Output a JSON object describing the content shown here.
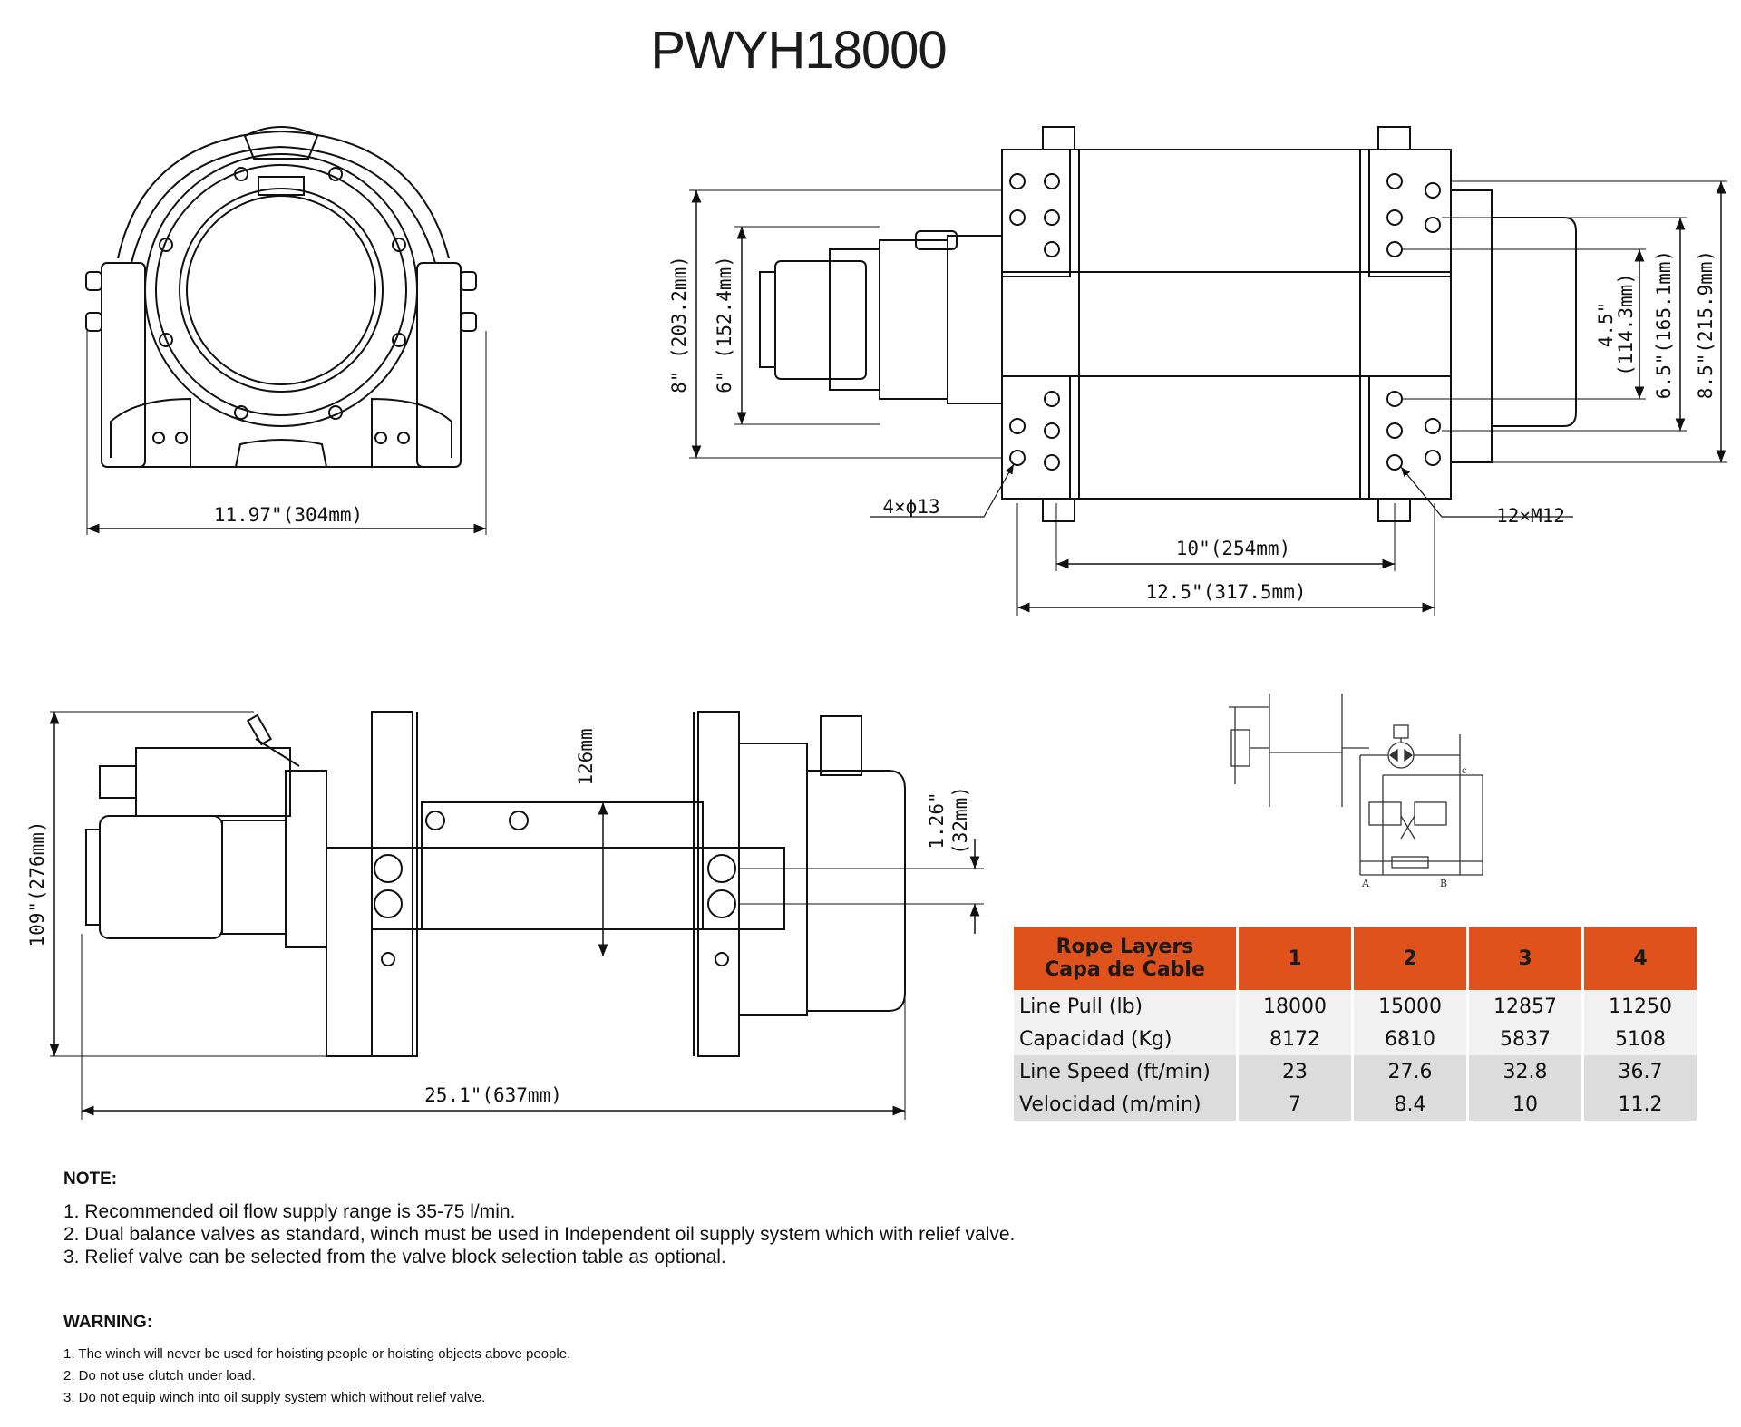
{
  "title": "PWYH18000",
  "dimensions": {
    "front_width": "11.97\"(304mm)",
    "top_height_8": "8\" (203.2mm)",
    "top_height_6": "6\" (152.4mm)",
    "top_height_45": "4.5\"",
    "top_height_45_mm": "(114.3mm)",
    "top_height_65": "6.5\"(165.1mm)",
    "top_height_85": "8.5\"(215.9mm)",
    "hole_left": "4×ϕ13",
    "hole_right": "12×M12",
    "width_10": "10\"(254mm)",
    "width_125": "12.5\"(317.5mm)",
    "side_height": "109\"(276mm)",
    "side_126": "126mm",
    "side_126in": "1.26\"",
    "side_32mm": "(32mm)",
    "side_length": "25.1\"(637mm)"
  },
  "schematic": {
    "port_a": "A",
    "port_b": "B",
    "port_c": "c"
  },
  "table": {
    "header_label_line1": "Rope Layers",
    "header_label_line2": "Capa de Cable",
    "layers": [
      "1",
      "2",
      "3",
      "4"
    ],
    "rows": [
      {
        "label": "Line Pull (lb)",
        "values": [
          "18000",
          "15000",
          "12857",
          "11250"
        ]
      },
      {
        "label": "Capacidad (Kg)",
        "values": [
          "8172",
          "6810",
          "5837",
          "5108"
        ]
      },
      {
        "label": "Line Speed (ft/min)",
        "values": [
          "23",
          "27.6",
          "32.8",
          "36.7"
        ]
      },
      {
        "label": "Velocidad (m/min)",
        "values": [
          "7",
          "8.4",
          "10",
          "11.2"
        ]
      }
    ],
    "header_color": "#e0521c"
  },
  "note": {
    "heading": "NOTE:",
    "items": [
      "1. Recommended oil flow supply range is 35-75 l/min.",
      "2. Dual balance valves as standard, winch must be used in Independent oil supply system which with relief valve.",
      "3. Relief valve can be selected from the valve block selection table as optional."
    ]
  },
  "warning": {
    "heading": "WARNING:",
    "items": [
      "1. The winch will never be used for hoisting people or hoisting objects above people.",
      "2. Do not use clutch under load.",
      "3. Do not equip winch into oil supply system which without relief valve."
    ]
  }
}
